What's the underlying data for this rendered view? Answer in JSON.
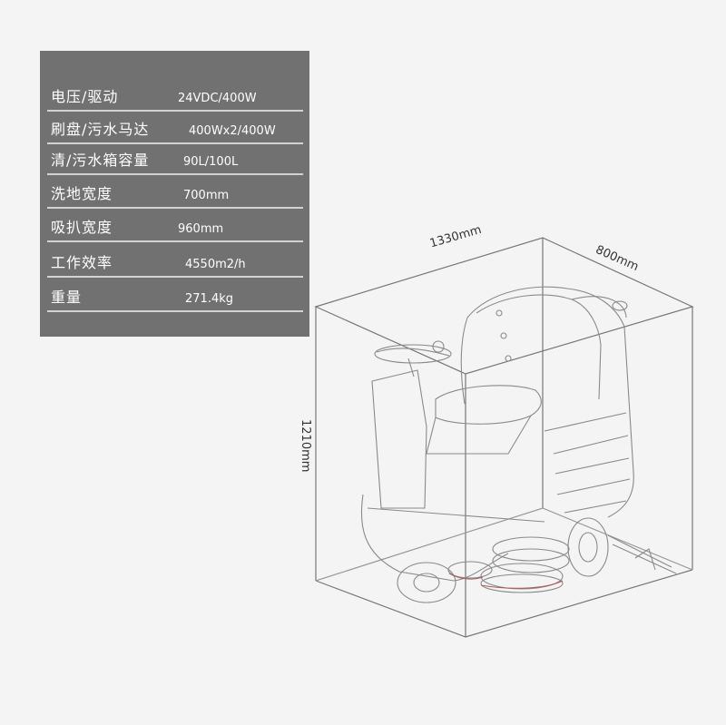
{
  "specs": [
    {
      "label": "电压/驱动",
      "value": "24VDC/400W"
    },
    {
      "label": "刷盘/污水马达",
      "value": "400Wx2/400W"
    },
    {
      "label": "清/污水箱容量",
      "value": "90L/100L"
    },
    {
      "label": "洗地宽度",
      "value": "700mm"
    },
    {
      "label": "吸扒宽度",
      "value": "960mm"
    },
    {
      "label": "工作效率",
      "value": "4550m2/h"
    },
    {
      "label": "重量",
      "value": "271.4kg"
    }
  ],
  "dimensions": {
    "length": "1330mm",
    "width": "800mm",
    "height": "1210mm"
  },
  "colors": {
    "panel": "#717171",
    "background": "#f4f4f4",
    "divider": "#d2d2d2"
  }
}
